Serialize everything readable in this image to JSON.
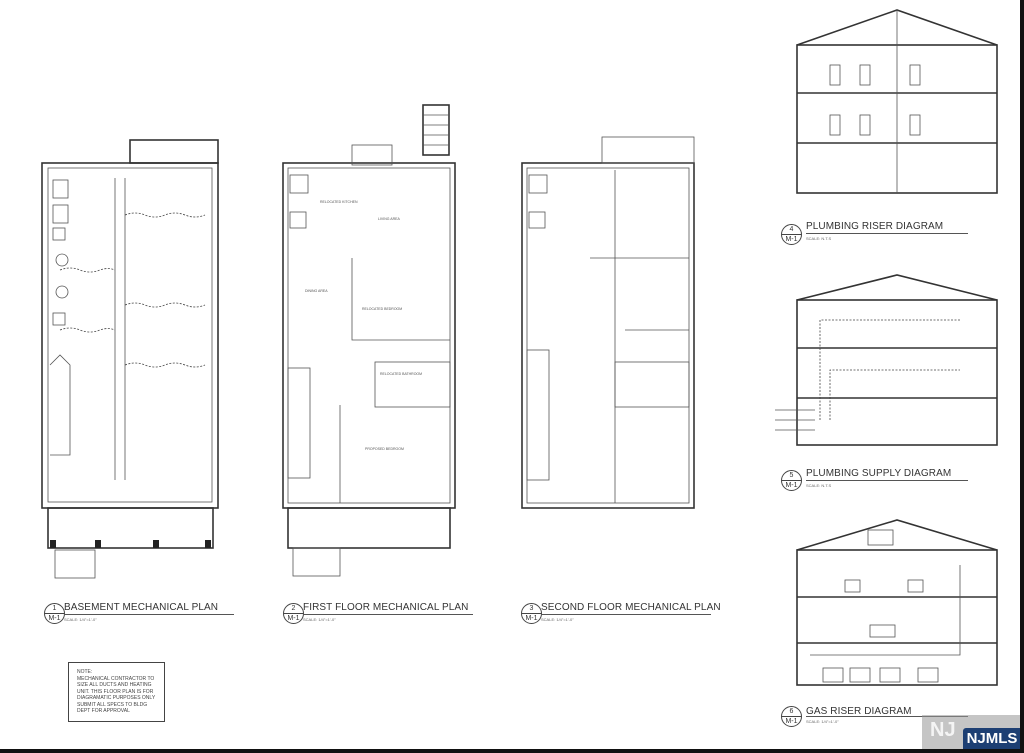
{
  "plans": [
    {
      "number": "1",
      "sheet": "M-1",
      "title": "BASEMENT MECHANICAL PLAN",
      "scale": "SCALE: 1/4\"=1'-0\""
    },
    {
      "number": "2",
      "sheet": "M-1",
      "title": "FIRST FLOOR MECHANICAL PLAN",
      "scale": "SCALE: 1/4\"=1'-0\""
    },
    {
      "number": "3",
      "sheet": "M-1",
      "title": "SECOND  FLOOR MECHANICAL PLAN",
      "scale": "SCALE: 1/4\"=1'-0\""
    },
    {
      "number": "4",
      "sheet": "M-1",
      "title": "PLUMBING RISER DIAGRAM",
      "scale": "SCALE: N.T.S"
    },
    {
      "number": "5",
      "sheet": "M-1",
      "title": "PLUMBING SUPPLY DIAGRAM",
      "scale": "SCALE: N.T.S"
    },
    {
      "number": "6",
      "sheet": "M-1",
      "title": "GAS RISER DIAGRAM",
      "scale": "SCALE: 1/4\"=1'-0\""
    }
  ],
  "rooms": {
    "living": "LIVING AREA",
    "dining": "DINING AREA",
    "kitchen": "RELOCATED KITCHEN",
    "bedroom": "RELOCATED BEDROOM",
    "bathroom": "RELOCATED BATHROOM",
    "proposed_bedroom": "PROPOSED BEDROOM"
  },
  "note": {
    "heading": "NOTE:",
    "body": "MECHANICAL CONTRACTOR TO SIZE ALL DUCTS AND HEATING UNIT. THIS FLOOR PLAN IS FOR DIAGRAMATIC PURPOSES ONLY SUBMIT ALL SPECS TO BLDG DEPT FOR APPROVAL"
  },
  "watermark": {
    "text": "NJMLS",
    "color": "#1d3f73"
  }
}
